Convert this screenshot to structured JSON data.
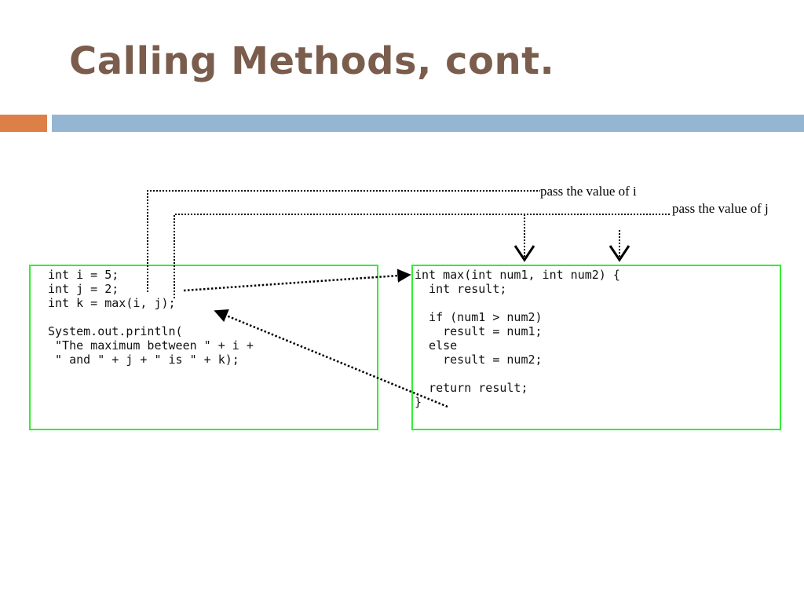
{
  "slide": {
    "title": "Calling Methods, cont.",
    "colors": {
      "title": "#7a5d4d",
      "accent_orange": "#dd8047",
      "accent_blue": "#94b6d2",
      "box_border": "#33ee33"
    }
  },
  "caller_code": "int i = 5;\nint j = 2;\nint k = max(i, j);\n\nSystem.out.println(\n \"The maximum between \" + i +\n \" and \" + j + \" is \" + k);",
  "method_code": "int max(int num1, int num2) {\n  int result;\n\n  if (num1 > num2)\n    result = num1;\n  else\n    result = num2;\n\n  return result;\n}",
  "annotations": {
    "pass_i": "pass the value of i",
    "pass_j": "pass the value of j"
  }
}
